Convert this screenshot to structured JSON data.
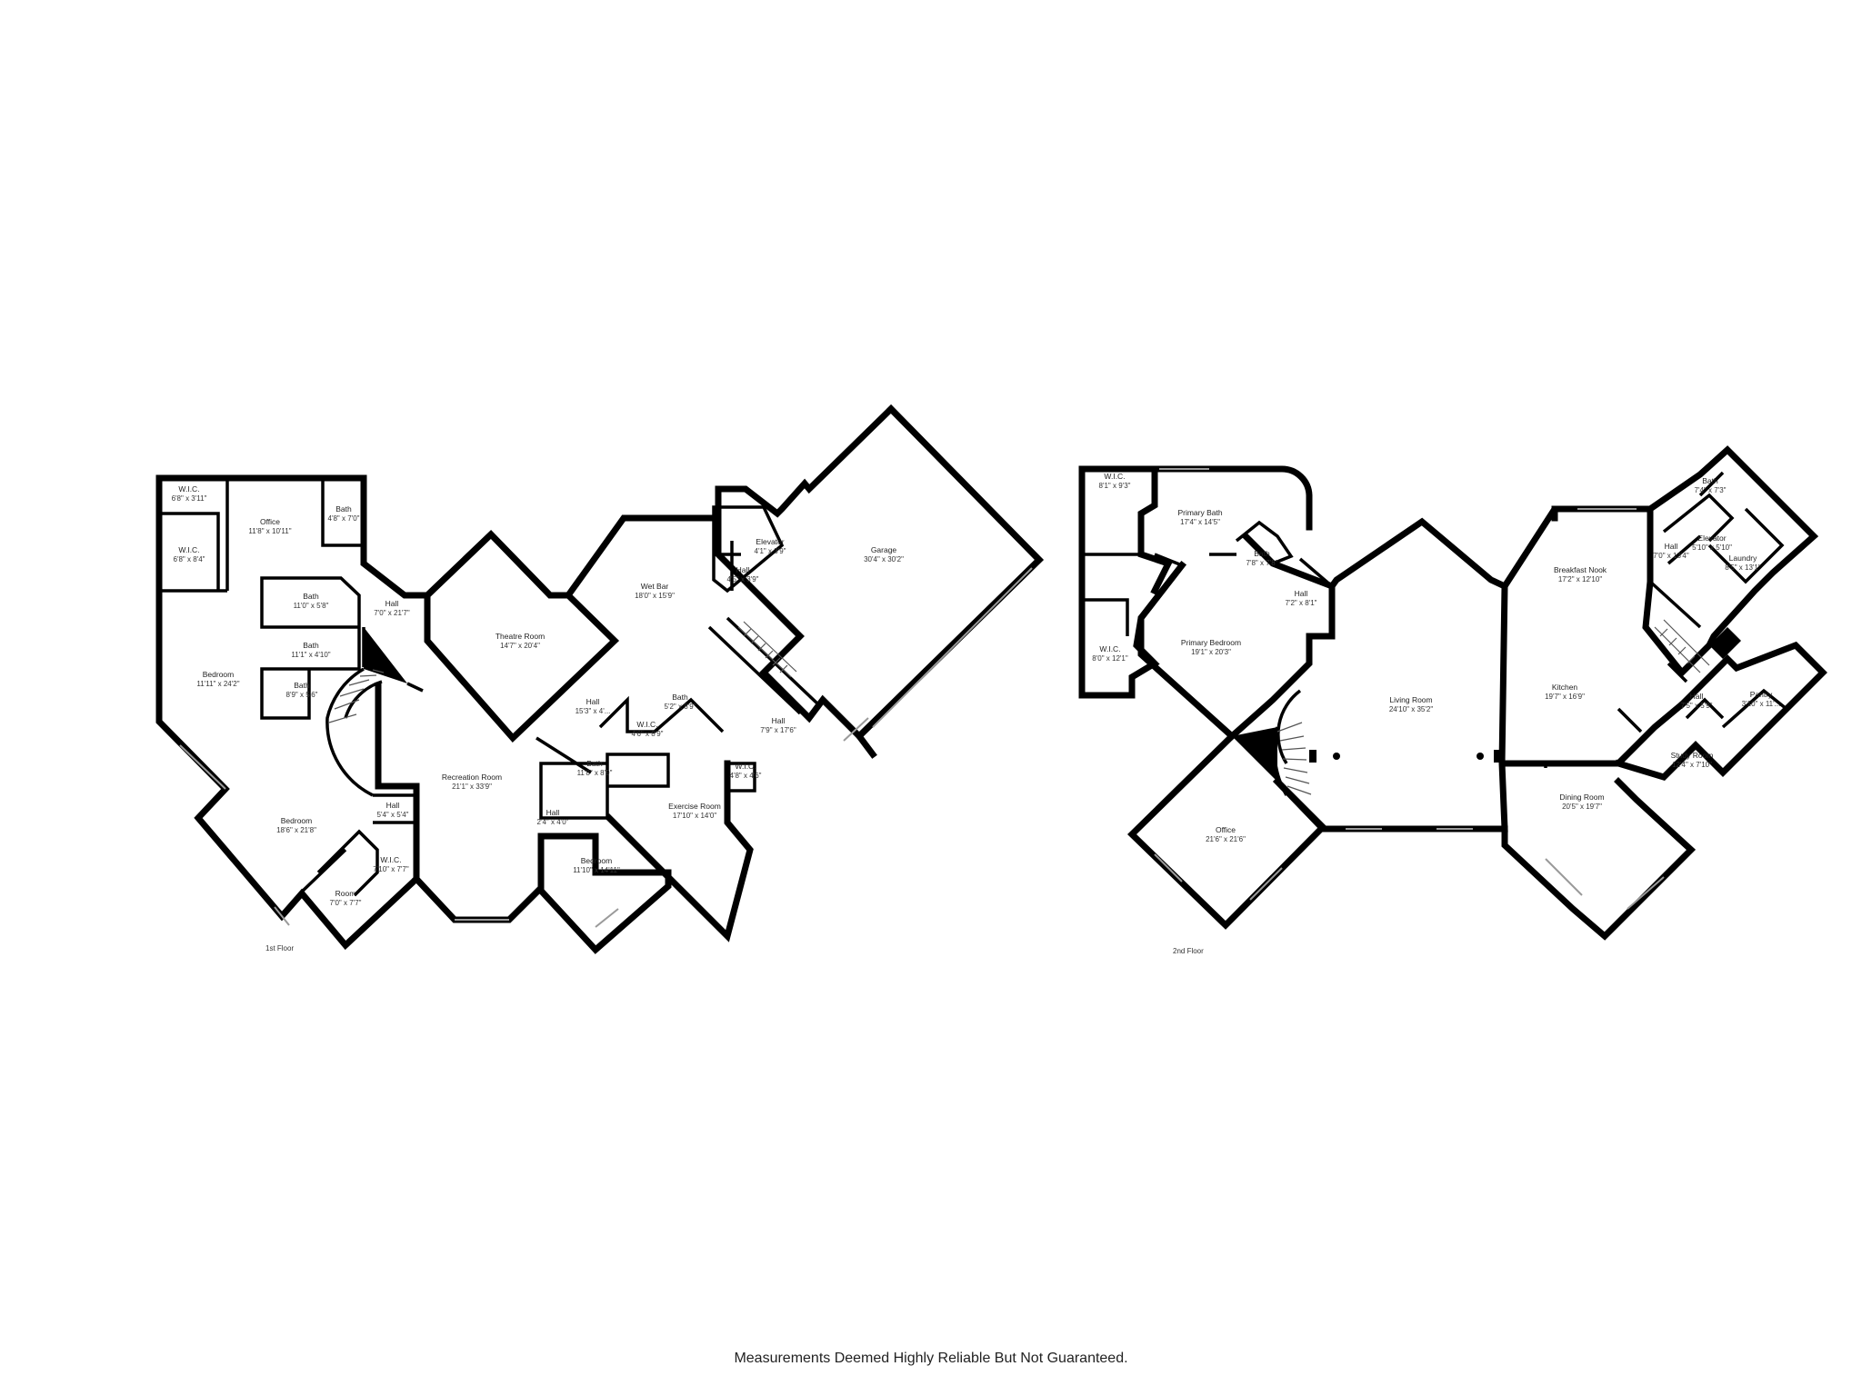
{
  "floors": [
    {
      "label": "1st Floor",
      "rooms": [
        {
          "id": "wic-1a",
          "name": "W.I.C.",
          "dim": "6'8\" x 3'11\""
        },
        {
          "id": "office-1",
          "name": "Office",
          "dim": "11'8\" x 10'11\""
        },
        {
          "id": "bath-1a",
          "name": "Bath",
          "dim": "4'8\" x 7'0\""
        },
        {
          "id": "wic-1b",
          "name": "W.I.C.",
          "dim": "6'8\" x 8'4\""
        },
        {
          "id": "bath-1b",
          "name": "Bath",
          "dim": "11'0\" x 5'8\""
        },
        {
          "id": "bath-1c",
          "name": "Bath",
          "dim": "11'1\" x 4'10\""
        },
        {
          "id": "bath-1d",
          "name": "Bath",
          "dim": "8'9\" x 5'6\""
        },
        {
          "id": "bedroom-1a",
          "name": "Bedroom",
          "dim": "11'11\" x 24'2\""
        },
        {
          "id": "hall-1a",
          "name": "Hall",
          "dim": "7'0\" x 21'7\""
        },
        {
          "id": "theatre-1",
          "name": "Theatre Room",
          "dim": "14'7\" x 20'4\""
        },
        {
          "id": "wetbar-1",
          "name": "Wet Bar",
          "dim": "18'0\" x 15'9\""
        },
        {
          "id": "elevator-1",
          "name": "Elevator",
          "dim": "4'1\" x 3'9\""
        },
        {
          "id": "hall-1b",
          "name": "Hall",
          "dim": "4'5\" x 3'9\""
        },
        {
          "id": "garage-1",
          "name": "Garage",
          "dim": "30'4\" x 30'2\""
        },
        {
          "id": "hall-1c",
          "name": "Hall",
          "dim": "15'3\" x 4'..."
        },
        {
          "id": "bath-1e",
          "name": "Bath",
          "dim": "5'2\" x 8'9\""
        },
        {
          "id": "wic-1c",
          "name": "W.I.C.",
          "dim": "4'6\" x 8'9\""
        },
        {
          "id": "bath-1f",
          "name": "Bath",
          "dim": "11'8\" x 8'9\""
        },
        {
          "id": "hall-1d",
          "name": "Hall",
          "dim": "7'9\" x 17'6\""
        },
        {
          "id": "wic-1d",
          "name": "W.I.C.",
          "dim": "4'8\" x 4'6\""
        },
        {
          "id": "recreation-1",
          "name": "Recreation Room",
          "dim": "21'1\" x 33'9\""
        },
        {
          "id": "exercise-1",
          "name": "Exercise Room",
          "dim": "17'10\" x 14'0\""
        },
        {
          "id": "hall-1e",
          "name": "Hall",
          "dim": "2'4\" x 4'0\""
        },
        {
          "id": "hall-1f",
          "name": "Hall",
          "dim": "5'4\" x 5'4\""
        },
        {
          "id": "bedroom-1b",
          "name": "Bedroom",
          "dim": "18'6\" x 21'8\""
        },
        {
          "id": "wic-1e",
          "name": "W.I.C.",
          "dim": "7'10\" x 7'7\""
        },
        {
          "id": "room-1",
          "name": "Room",
          "dim": "7'0\" x 7'7\""
        },
        {
          "id": "bedroom-1c",
          "name": "Bedroom",
          "dim": "11'10\" x 14'11\""
        }
      ]
    },
    {
      "label": "2nd Floor",
      "rooms": [
        {
          "id": "wic-2a",
          "name": "W.I.C.",
          "dim": "8'1\" x 9'3\""
        },
        {
          "id": "pbath-2",
          "name": "Primary Bath",
          "dim": "17'4\" x 14'5\""
        },
        {
          "id": "bath-2a",
          "name": "Bath",
          "dim": "7'8\" x 7'8\""
        },
        {
          "id": "hall-2a",
          "name": "Hall",
          "dim": "7'2\" x 8'1\""
        },
        {
          "id": "wic-2b",
          "name": "W.I.C.",
          "dim": "8'0\" x 12'1\""
        },
        {
          "id": "pbed-2",
          "name": "Primary Bedroom",
          "dim": "19'1\" x 20'3\""
        },
        {
          "id": "living-2",
          "name": "Living Room",
          "dim": "24'10\" x 35'2\""
        },
        {
          "id": "office-2",
          "name": "Office",
          "dim": "21'6\" x 21'6\""
        },
        {
          "id": "nook-2",
          "name": "Breakfast Nook",
          "dim": "17'2\" x 12'10\""
        },
        {
          "id": "bath-2b",
          "name": "Bath",
          "dim": "7'4\" x 7'3\""
        },
        {
          "id": "hall-2b",
          "name": "Hall",
          "dim": "7'0\" x 13'4\""
        },
        {
          "id": "elevator-2",
          "name": "Elevator",
          "dim": "5'10\" x 5'10\""
        },
        {
          "id": "laundry-2",
          "name": "Laundry",
          "dim": "8'5\" x 13'1\""
        },
        {
          "id": "kitchen-2",
          "name": "Kitchen",
          "dim": "19'7\" x 16'9\""
        },
        {
          "id": "hall-2c",
          "name": "Hall",
          "dim": "7'5\" x 5'9\""
        },
        {
          "id": "pantry-2",
          "name": "Pantry",
          "dim": "3'10\" x 11'..."
        },
        {
          "id": "study-2",
          "name": "Study Room",
          "dim": "12'4\" x 7'10\""
        },
        {
          "id": "dining-2",
          "name": "Dining Room",
          "dim": "20'5\" x 19'7\""
        }
      ]
    }
  ],
  "disclaimer": "Measurements Deemed Highly Reliable But Not Guaranteed."
}
